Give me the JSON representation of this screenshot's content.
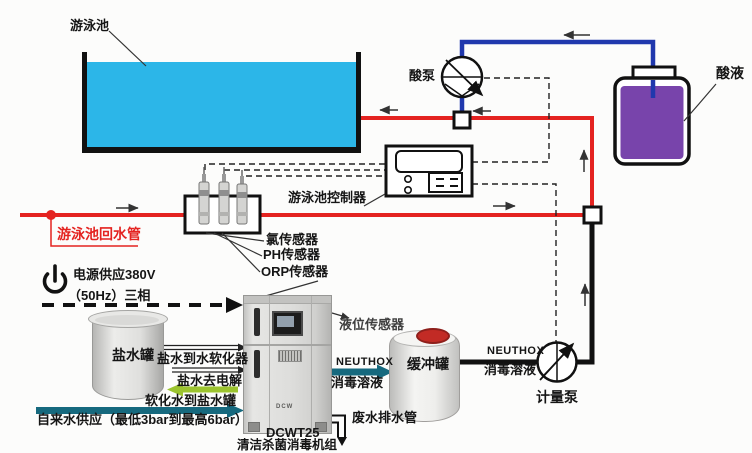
{
  "colors": {
    "red": "#e42320",
    "blue": "#2038ad",
    "cyan": "#2cb6e8",
    "purple": "#7844ab",
    "teal": "#16697e",
    "green": "#9cc42e",
    "ink": "#151515"
  },
  "pool": {
    "label": "游泳池"
  },
  "return_pipe": {
    "label": "游泳池回水管"
  },
  "sensors": {
    "chlorine": "氯传感器",
    "ph": "PH传感器",
    "orp": "ORP传感器"
  },
  "controller": {
    "label": "游泳池控制器"
  },
  "acid": {
    "pump_label": "酸泵",
    "liquid_label": "酸液"
  },
  "power": {
    "line1": "电源供应380V",
    "line2": "（50Hz）三相"
  },
  "salt_tank": {
    "label": "盐水罐"
  },
  "flows": {
    "brine_to_softener": "盐水到水软化器",
    "brine_to_electrolysis": "盐水去电解",
    "softened_to_salt_tank": "软化水到盐水罐",
    "tap_water": "自来水供应（最低3bar到最高6bar）"
  },
  "machine": {
    "model": "DCWT25",
    "name": "清洁杀菌消毒机组",
    "logo": "DCW",
    "level_sensor": "液位传感器",
    "waste_pipe": "废水排水管"
  },
  "neuthox_machine": {
    "brand": "NEUTHOX",
    "solution": "消毒溶液"
  },
  "buffer_tank": {
    "label": "缓冲罐"
  },
  "neuthox_pump": {
    "brand": "NEUTHOX",
    "solution": "消毒溶液"
  },
  "metering_pump": {
    "label": "计量泵"
  }
}
